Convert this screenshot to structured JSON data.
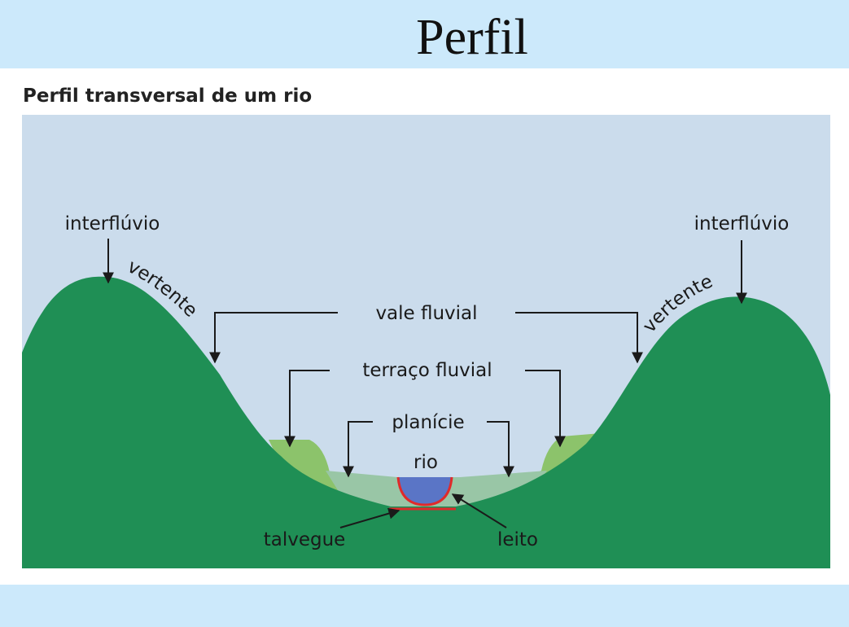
{
  "slide": {
    "title": "Perfil"
  },
  "figure": {
    "title": "Perfil transversal de um rio"
  },
  "labels": {
    "interfluvio_left": "interflúvio",
    "interfluvio_right": "interflúvio",
    "vertente_left": "vertente",
    "vertente_right": "vertente",
    "vale_fluvial": "vale fluvial",
    "terraco_fluvial": "terraço fluvial",
    "planicie": "planície",
    "rio": "rio",
    "talvegue": "talvegue",
    "leito": "leito"
  },
  "colors": {
    "header_band": "#cce9fb",
    "sky": "#cbdcec",
    "hill": "#1f8f55",
    "terrace": "#8cc36b",
    "plain": "#99c6a6",
    "river": "#5a75c6",
    "bed_line": "#e02a2a"
  }
}
